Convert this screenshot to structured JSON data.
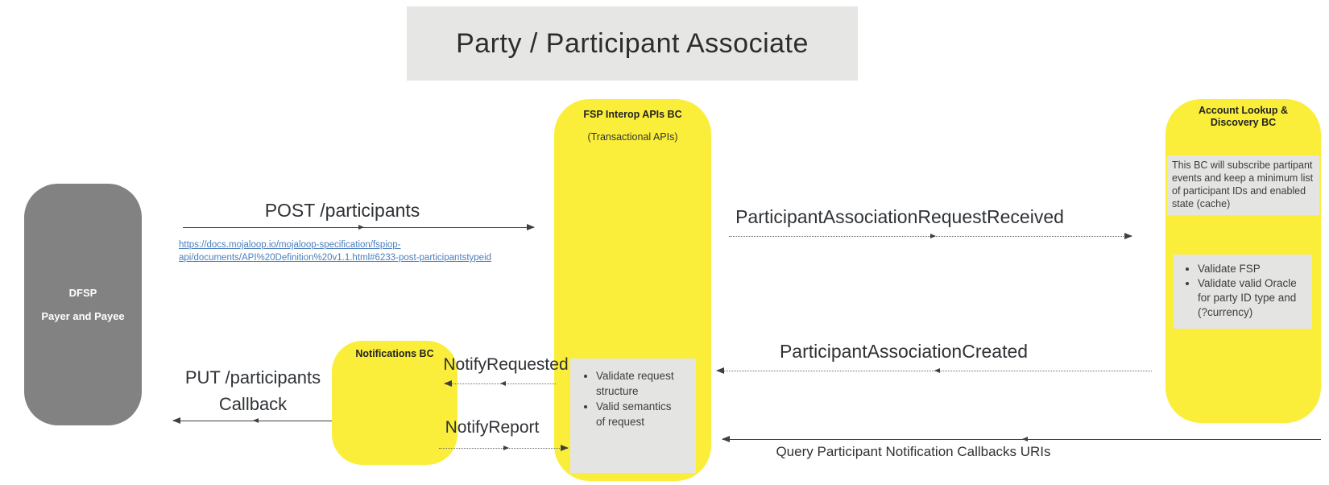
{
  "title": "Party / Participant Associate",
  "actors": {
    "dfsp": {
      "line1": "DFSP",
      "line2": "Payer and Payee"
    },
    "fsp_interop": {
      "title": "FSP Interop APIs BC",
      "subtitle": "(Transactional APIs)",
      "note_bullets": [
        "Validate request structure",
        "Valid semantics of request"
      ]
    },
    "notifications": {
      "title": "Notifications BC"
    },
    "account_lookup": {
      "title": "Account Lookup & Discovery BC",
      "note": "This BC will subscribe partipant events and keep a minimum list of participant IDs and enabled state (cache)",
      "note_bullets": [
        "Validate FSP",
        "Validate valid Oracle for party ID type and (?currency)"
      ]
    }
  },
  "messages": {
    "post_participants": {
      "label": "POST /participants",
      "link_line1": "https://docs.mojaloop.io/mojaloop-specification/fspiop-",
      "link_line2": "api/documents/API%20Definition%20v1.1.html#6233-post-participantstypeid"
    },
    "participant_association_request_received": {
      "label": "ParticipantAssociationRequestReceived"
    },
    "participant_association_created": {
      "label": "ParticipantAssociationCreated"
    },
    "notify_requested": {
      "label": "NotifyRequested"
    },
    "notify_report": {
      "label": "NotifyReport"
    },
    "put_callback": {
      "line1": "PUT /participants",
      "line2": "Callback"
    },
    "query_callbacks": {
      "label": "Query Participant Notification Callbacks URIs"
    }
  },
  "colors": {
    "bc_yellow": "#FBEE3A",
    "actor_gray": "#828282",
    "note_gray": "#E4E4E2",
    "title_gray": "#E6E6E4",
    "link_blue": "#4A7EBE",
    "arrow": "#3F3F3F"
  }
}
